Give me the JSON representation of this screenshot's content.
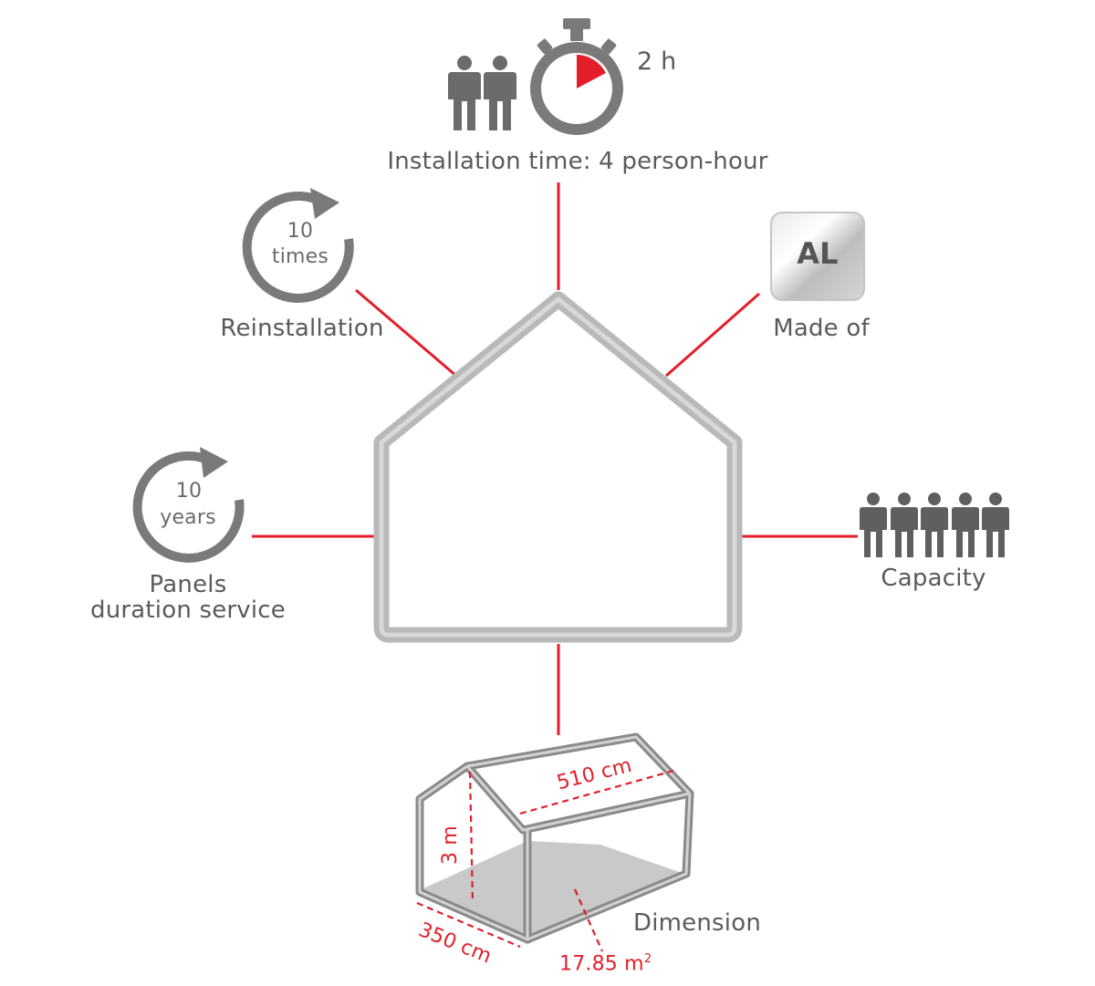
{
  "colors": {
    "connector": "#e31e2a",
    "icon_gray": "#6b6b6b",
    "frame_gray": "#b9b9b9",
    "dimension_red": "#e0202a",
    "text_gray": "#5a5a5a"
  },
  "installation": {
    "duration": "2 h",
    "label": "Installation time: 4 person-hour",
    "icons": [
      "person-icon",
      "person-icon",
      "stopwatch-icon"
    ]
  },
  "reinstallation": {
    "count_number": "10",
    "count_unit": "times",
    "label": "Reinstallation",
    "icon": "circular-arrow-icon"
  },
  "material": {
    "badge": "AL",
    "label": "Made of"
  },
  "panels": {
    "count_number": "10",
    "count_unit": "years",
    "label_line1": "Panels",
    "label_line2": "duration service",
    "icon": "circular-arrow-icon"
  },
  "capacity": {
    "label": "Capacity",
    "people_count": 5,
    "icon": "person-icon"
  },
  "dimension": {
    "label": "Dimension",
    "length": "510 cm",
    "height": "3 m",
    "width": "350 cm",
    "area_value": "17.85 m",
    "area_exponent": "2"
  }
}
